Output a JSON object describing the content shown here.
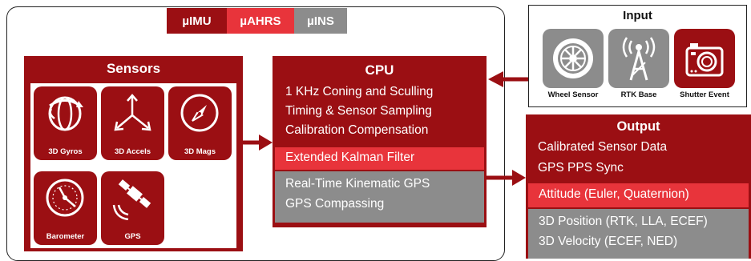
{
  "tabs": [
    "µIMU",
    "µAHRS",
    "µINS"
  ],
  "sensors": {
    "title": "Sensors",
    "items": [
      {
        "label": "3D Gyros",
        "icon": "gyro-icon"
      },
      {
        "label": "3D Accels",
        "icon": "accelerometer-icon"
      },
      {
        "label": "3D Mags",
        "icon": "compass-icon"
      },
      {
        "label": "Barometer",
        "icon": "barometer-icon"
      },
      {
        "label": "GPS",
        "icon": "satellite-icon"
      }
    ]
  },
  "cpu": {
    "title": "CPU",
    "lines": [
      "1 KHz Coning and Sculling",
      "Timing & Sensor Sampling",
      "Calibration Compensation"
    ],
    "ekf": "Extended Kalman Filter",
    "gps_lines": [
      "Real-Time Kinematic GPS",
      "GPS Compassing"
    ]
  },
  "input": {
    "title": "Input",
    "items": [
      {
        "label": "Wheel Sensor",
        "icon": "wheel-icon"
      },
      {
        "label": "RTK Base",
        "icon": "antenna-icon"
      },
      {
        "label": "Shutter Event",
        "icon": "camera-icon"
      }
    ]
  },
  "output": {
    "title": "Output",
    "lines": [
      "Calibrated Sensor Data",
      "GPS PPS Sync"
    ],
    "attitude": "Attitude (Euler, Quaternion)",
    "position_lines": [
      "3D Position (RTK, LLA, ECEF)",
      "3D Velocity (ECEF, NED)"
    ]
  },
  "colors": {
    "dark_red": "#9b0f13",
    "bright_red": "#e8343b",
    "gray": "#8c8c8c"
  }
}
